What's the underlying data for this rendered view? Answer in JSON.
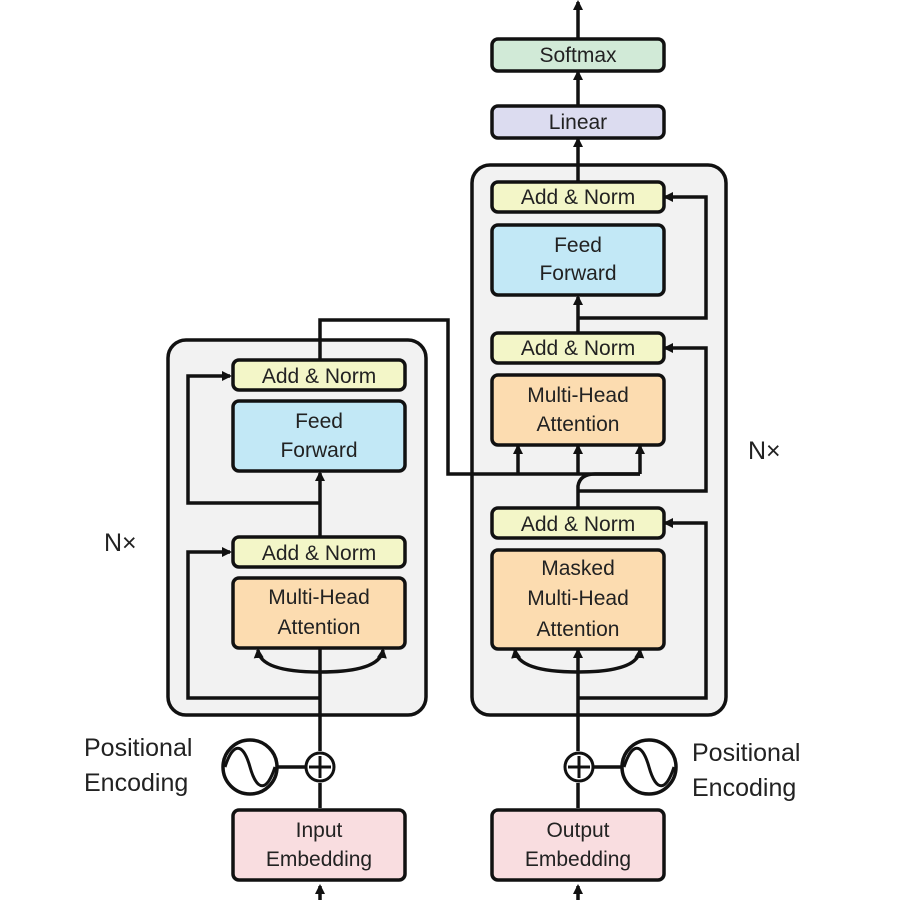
{
  "colors": {
    "add_norm": "#f3f6c8",
    "feed_forward": "#c2e8f6",
    "attention": "#fcdcb0",
    "embedding": "#f9dde0",
    "linear": "#dcdcf0",
    "softmax": "#d1ead7",
    "block_bg": "#f2f2f2"
  },
  "output_head": {
    "softmax": "Softmax",
    "linear": "Linear"
  },
  "encoder": {
    "add_norm_top": "Add & Norm",
    "feed_forward": [
      "Feed",
      "Forward"
    ],
    "add_norm_bottom": "Add & Norm",
    "attention": [
      "Multi-Head",
      "Attention"
    ],
    "repeat": "N×",
    "positional_encoding": [
      "Positional",
      "Encoding"
    ],
    "embedding": [
      "Input",
      "Embedding"
    ]
  },
  "decoder": {
    "add_norm_top": "Add & Norm",
    "feed_forward": [
      "Feed",
      "Forward"
    ],
    "add_norm_middle": "Add & Norm",
    "cross_attention": [
      "Multi-Head",
      "Attention"
    ],
    "add_norm_bottom": "Add & Norm",
    "masked_attention": [
      "Masked",
      "Multi-Head",
      "Attention"
    ],
    "repeat": "N×",
    "positional_encoding": [
      "Positional",
      "Encoding"
    ],
    "embedding": [
      "Output",
      "Embedding"
    ]
  }
}
